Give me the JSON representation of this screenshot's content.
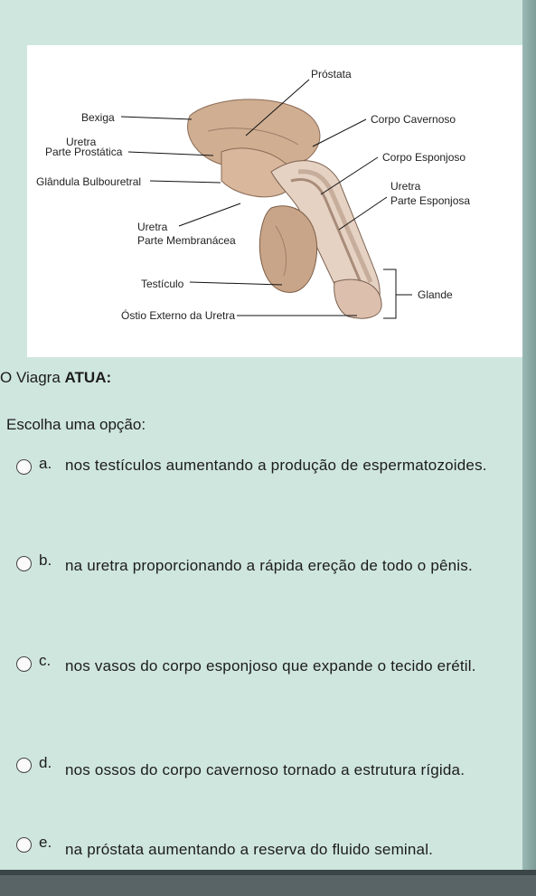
{
  "diagram": {
    "labels": {
      "prostata": "Próstata",
      "bexiga": "Bexiga",
      "uretra1": "Uretra",
      "parte_prostatica": "Parte Prostática",
      "glandula": "Glândula Bulbouretral",
      "uretra2": "Uretra",
      "parte_membranacea": "Parte Membranácea",
      "testiculo": "Testículo",
      "ostio": "Óstio Externo da Uretra",
      "corpo_cavernoso": "Corpo Cavernoso",
      "corpo_esponjoso": "Corpo Esponjoso",
      "uretra3": "Uretra",
      "parte_esponjosa": "Parte Esponjosa",
      "glande": "Glande"
    }
  },
  "question": {
    "prefix": "O Viagra ",
    "emphasis": "ATUA:"
  },
  "prompt": "Escolha uma opção:",
  "options": [
    {
      "letter": "a.",
      "text": "nos testículos aumentando a produção de espermatozoides."
    },
    {
      "letter": "b.",
      "text": "na uretra proporcionando a rápida ereção de todo o pênis."
    },
    {
      "letter": "c.",
      "text": "nos vasos do corpo esponjoso que expande o tecido erétil."
    },
    {
      "letter": "d.",
      "text": "nos ossos do corpo cavernoso tornado a estrutura rígida."
    },
    {
      "letter": "e.",
      "text": "na próstata aumentando a reserva do fluido seminal."
    }
  ]
}
